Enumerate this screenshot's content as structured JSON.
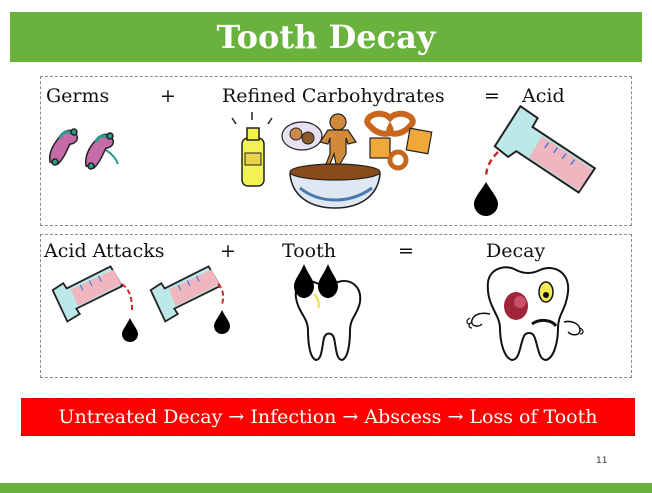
{
  "title": "Tooth Decay",
  "row1": {
    "term1": "Germs",
    "op1": "+",
    "term2": "Refined Carbohydrates",
    "op2": "=",
    "result": "Acid"
  },
  "row2": {
    "term1": "Acid Attacks",
    "op1": "+",
    "term2": "Tooth",
    "op2": "=",
    "result": "Decay"
  },
  "banner": "Untreated Decay → Infection → Abscess →  Loss of Tooth",
  "page_number": "11",
  "colors": {
    "header_green": "#6ab23e",
    "banner_red": "#ff0000"
  },
  "icons": [
    "germ-icon",
    "snack-food-icon",
    "acid-flask-icon",
    "acid-drop-icon",
    "tooth-icon",
    "decayed-tooth-icon"
  ]
}
